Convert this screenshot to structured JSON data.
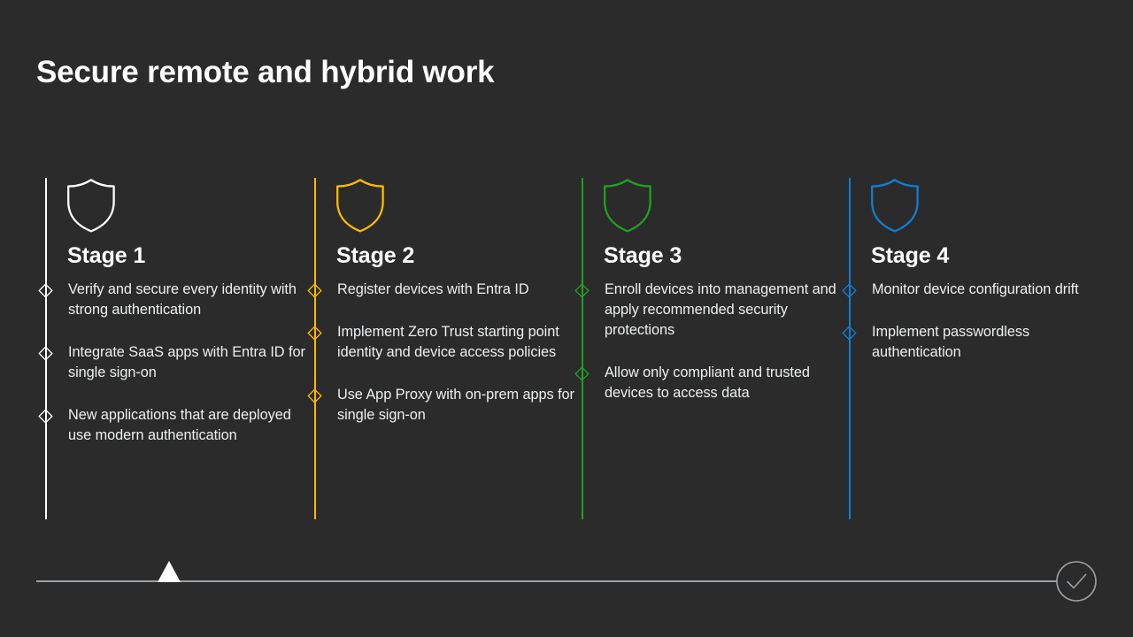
{
  "slide": {
    "title": "Secure remote and hybrid work",
    "background_color": "#2b2b2b",
    "title_color": "#ffffff",
    "body_text_color": "#eceff1"
  },
  "stages": [
    {
      "heading": "Stage 1",
      "accent_color": "#ffffff",
      "icon": "shield-icon",
      "bullets": [
        "Verify and secure every identity with strong authentication",
        "Integrate SaaS apps with Entra ID for single sign-on",
        "New applications that are deployed use modern authentication"
      ]
    },
    {
      "heading": "Stage 2",
      "accent_color": "#ffb900",
      "icon": "shield-icon",
      "bullets": [
        "Register devices with Entra ID",
        "Implement Zero Trust starting point identity and device access policies",
        "Use App Proxy with on-prem apps for single sign-on"
      ]
    },
    {
      "heading": "Stage 3",
      "accent_color": "#21a121",
      "icon": "shield-icon",
      "bullets": [
        "Enroll devices into management and apply recommended security protections",
        "Allow only compliant and trusted devices to access data"
      ]
    },
    {
      "heading": "Stage 4",
      "accent_color": "#0f7fd4",
      "icon": "shield-icon",
      "bullets": [
        "Monitor device configuration drift",
        "Implement passwordless authentication"
      ]
    }
  ],
  "progress": {
    "line_color": "#9aa0a6",
    "marker_icon": "triangle-marker-icon",
    "marker_color": "#ffffff",
    "end_icon": "check-circle-icon",
    "end_color": "#9aa0a6"
  }
}
